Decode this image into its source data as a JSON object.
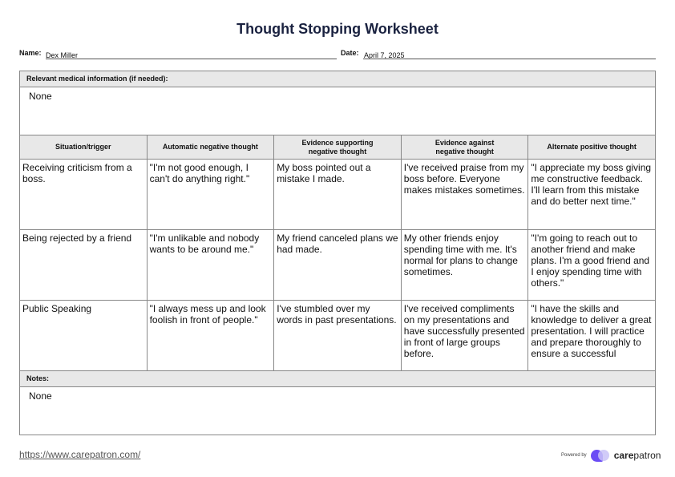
{
  "title": "Thought Stopping Worksheet",
  "name": {
    "label": "Name:",
    "value": "Dex Miller"
  },
  "date": {
    "label": "Date:",
    "value": "April 7, 2025"
  },
  "medical": {
    "label": "Relevant medical information (if needed):",
    "value": "None"
  },
  "columns": [
    "Situation/trigger",
    "Automatic negative thought",
    "Evidence supporting negative thought",
    "Evidence against negative thought",
    "Alternate positive thought"
  ],
  "rows": [
    [
      "Receiving criticism from a boss.",
      "\"I'm not good enough, I can't do anything right.\"",
      "My boss pointed out a mistake I made.",
      "I've received praise from my boss before. Everyone makes mistakes sometimes.",
      "\"I appreciate my boss giving me constructive feedback. I'll learn from this mistake and do better next time.\""
    ],
    [
      "Being rejected by a friend",
      "\"I'm unlikable and nobody wants to be around me.\"",
      "My friend canceled plans we had made.",
      "My other friends enjoy spending time with me. It's normal for plans to change sometimes.",
      "\"I'm going to reach out to another friend and make plans. I'm a good friend and I enjoy spending time with others.\""
    ],
    [
      "Public Speaking",
      "\"I always mess up and look foolish in front of people.\"",
      "I've stumbled over my words in past presentations.",
      "I've received compliments on my presentations and have successfully presented in front of large groups before.",
      "\"I have the skills and knowledge to deliver a great presentation. I will practice and prepare thoroughly to ensure a successful"
    ]
  ],
  "notes": {
    "label": "Notes:",
    "value": "None"
  },
  "footer": {
    "url": "https://www.carepatron.com/",
    "powered_by": "Powered by",
    "brand_bold": "care",
    "brand_rest": "patron"
  }
}
